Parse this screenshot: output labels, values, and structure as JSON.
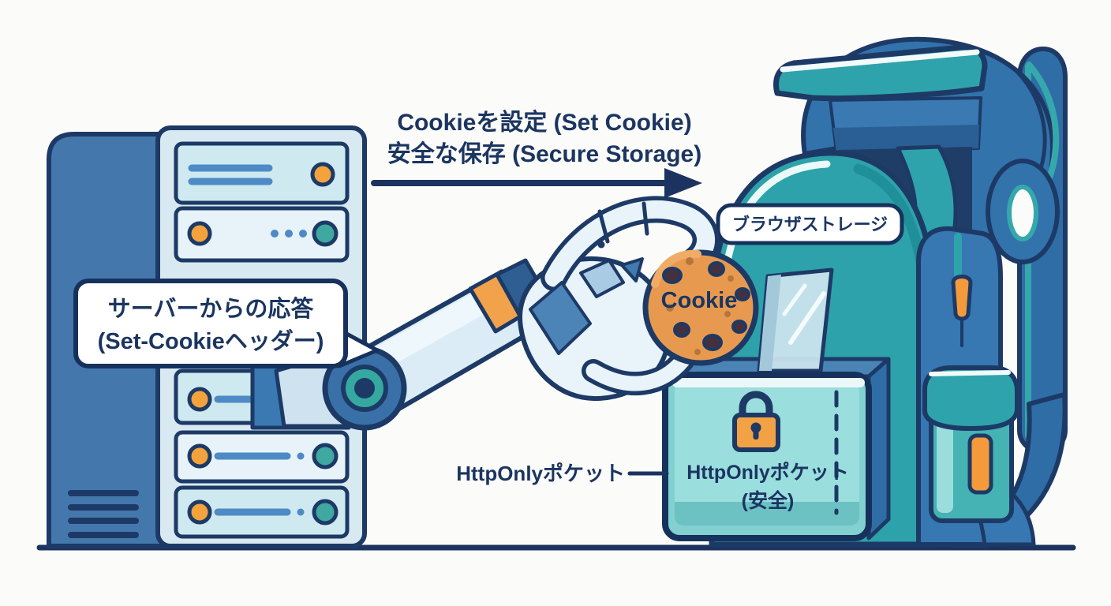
{
  "flow_arrow": {
    "line1": "Cookieを設定 (Set Cookie)",
    "line2": "安全な保存 (Secure Storage)"
  },
  "server_callout": {
    "line1": "サーバーからの応答",
    "line2": "(Set-Cookieヘッダー)"
  },
  "backpack": {
    "storage_label": "ブラウザストレージ"
  },
  "cookie": {
    "label": "Cookie"
  },
  "pocket": {
    "external_label": "HttpOnlyポケット",
    "internal_line1": "HttpOnlyポケット",
    "internal_line2": "(安全)"
  },
  "icons": {
    "lock": "lock-icon",
    "arrow": "flow-arrow-icon"
  },
  "colors": {
    "outline_navy": "#1d3a66",
    "text_navy": "#1b3560",
    "server_side_blue": "#4478ad",
    "server_panel_light": "#d8e9f1",
    "accent_orange": "#f4a33c",
    "accent_teal": "#3fa8a0",
    "backpack_teal": "#2fa3ab",
    "backpack_blue": "#3273ac",
    "pocket_teal": "#9adede",
    "cookie_tan": "#e79a4f",
    "background": "#fbfbf9"
  }
}
